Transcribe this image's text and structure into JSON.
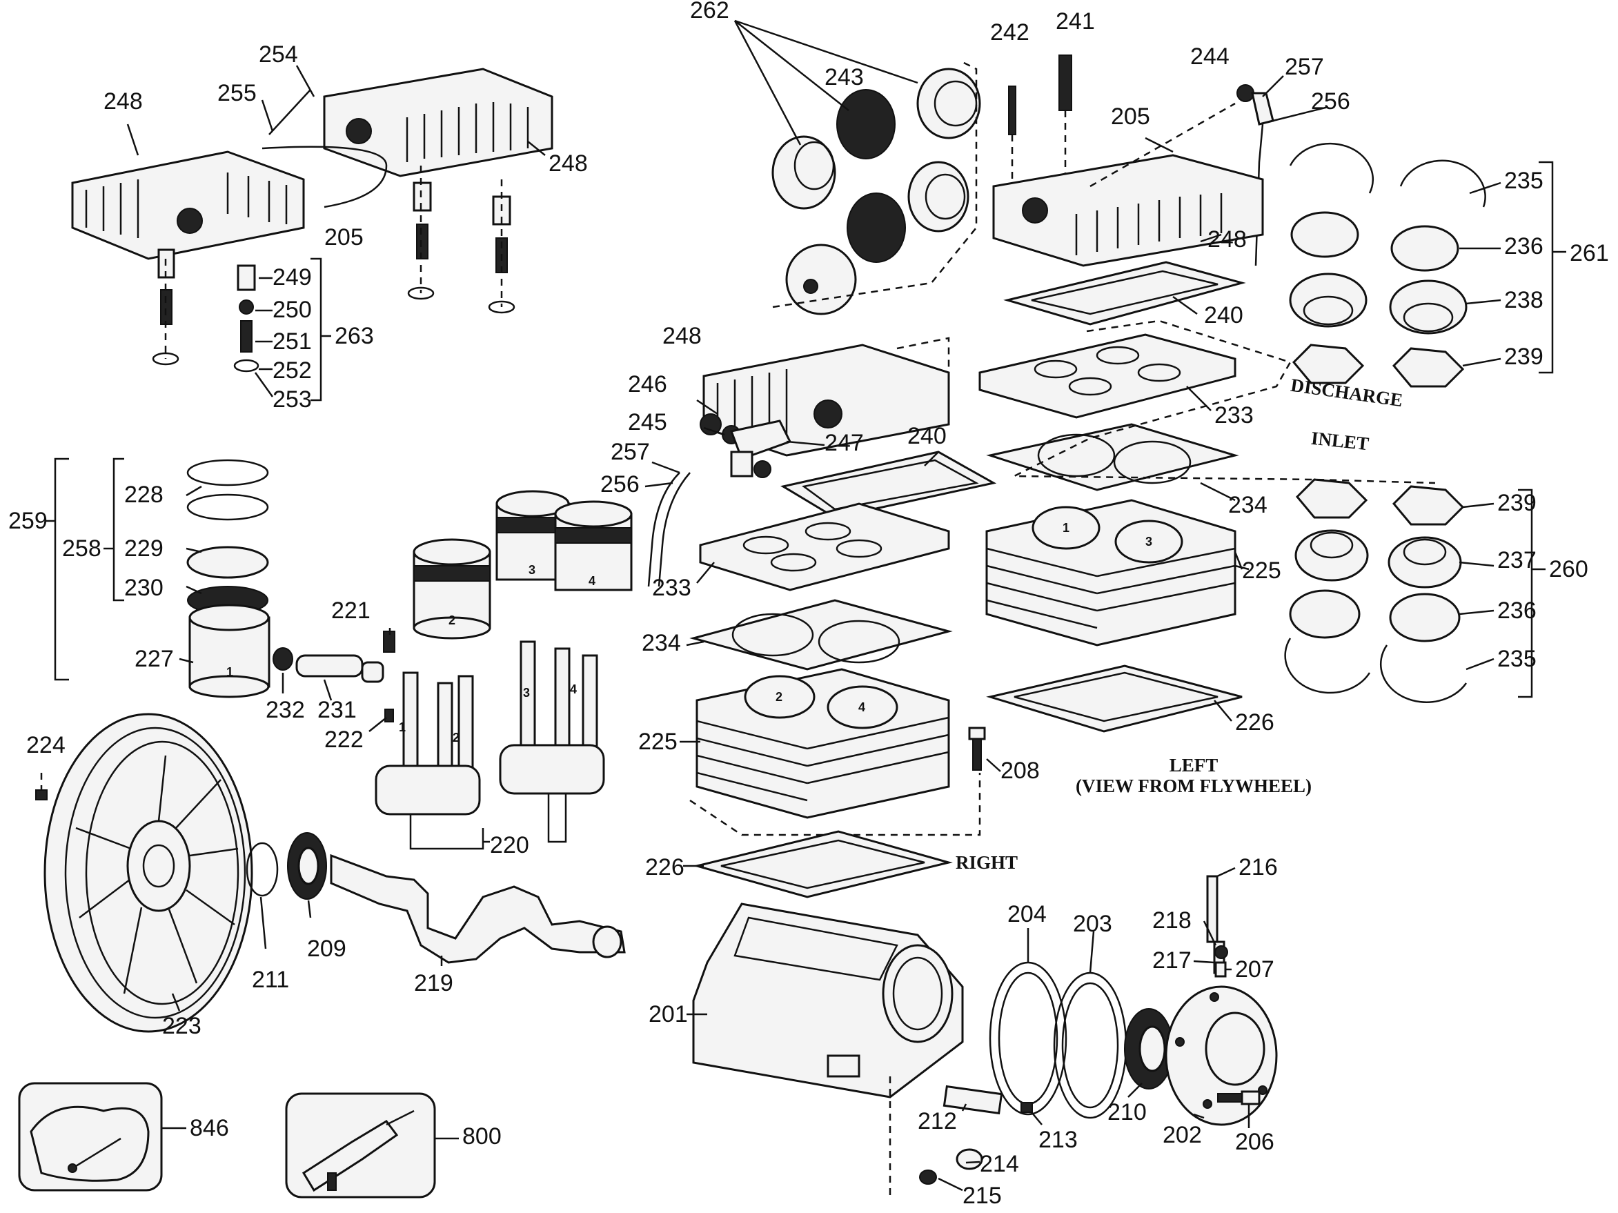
{
  "labels": {
    "l262": "262",
    "l243": "243",
    "l242": "242",
    "l241": "241",
    "l244": "244",
    "l257a": "257",
    "l256a": "256",
    "l205a": "205",
    "l235a": "235",
    "l236a": "236",
    "l261": "261",
    "l238": "238",
    "l239a": "239",
    "l240a": "240",
    "l233a": "233",
    "l248a": "248",
    "l248b": "248",
    "l248c": "248",
    "l248d": "248",
    "l254": "254",
    "l255": "255",
    "l205b": "205",
    "l249": "249",
    "l250": "250",
    "l251": "251",
    "l252": "252",
    "l253": "253",
    "l263": "263",
    "l246": "246",
    "l245": "245",
    "l247": "247",
    "l257b": "257",
    "l256b": "256",
    "l240b": "240",
    "l233b": "233",
    "l234a": "234",
    "l225a": "225",
    "l234b": "234",
    "l225b": "225",
    "l239b": "239",
    "l237": "237",
    "l260": "260",
    "l236b": "236",
    "l235b": "235",
    "l226a": "226",
    "l226b": "226",
    "l208": "208",
    "l259": "259",
    "l228": "228",
    "l258": "258",
    "l229": "229",
    "l230": "230",
    "l227": "227",
    "l232": "232",
    "l231": "231",
    "l221": "221",
    "l222": "222",
    "l220": "220",
    "l224": "224",
    "l209": "209",
    "l211": "211",
    "l219": "219",
    "l223": "223",
    "l216": "216",
    "l218": "218",
    "l217": "217",
    "l207": "207",
    "l204": "204",
    "l203": "203",
    "l201": "201",
    "l212": "212",
    "l213": "213",
    "l210": "210",
    "l202": "202",
    "l206": "206",
    "l214": "214",
    "l215": "215",
    "l846": "846",
    "l800": "800"
  },
  "captions": {
    "discharge": "DISCHARGE",
    "inlet": "INLET",
    "left_line1": "LEFT",
    "left_line2": "(VIEW FROM FLYWHEEL)",
    "right": "RIGHT"
  },
  "cylinder_numbers": {
    "piston_2": "2",
    "piston_3": "3",
    "piston_4": "4",
    "piston_1": "1",
    "rod_1": "1",
    "rod_2": "2",
    "rod_3": "3",
    "rod_4": "4",
    "cyl_left_1": "1",
    "cyl_left_3": "3",
    "cyl_right_2": "2",
    "cyl_right_4": "4"
  }
}
